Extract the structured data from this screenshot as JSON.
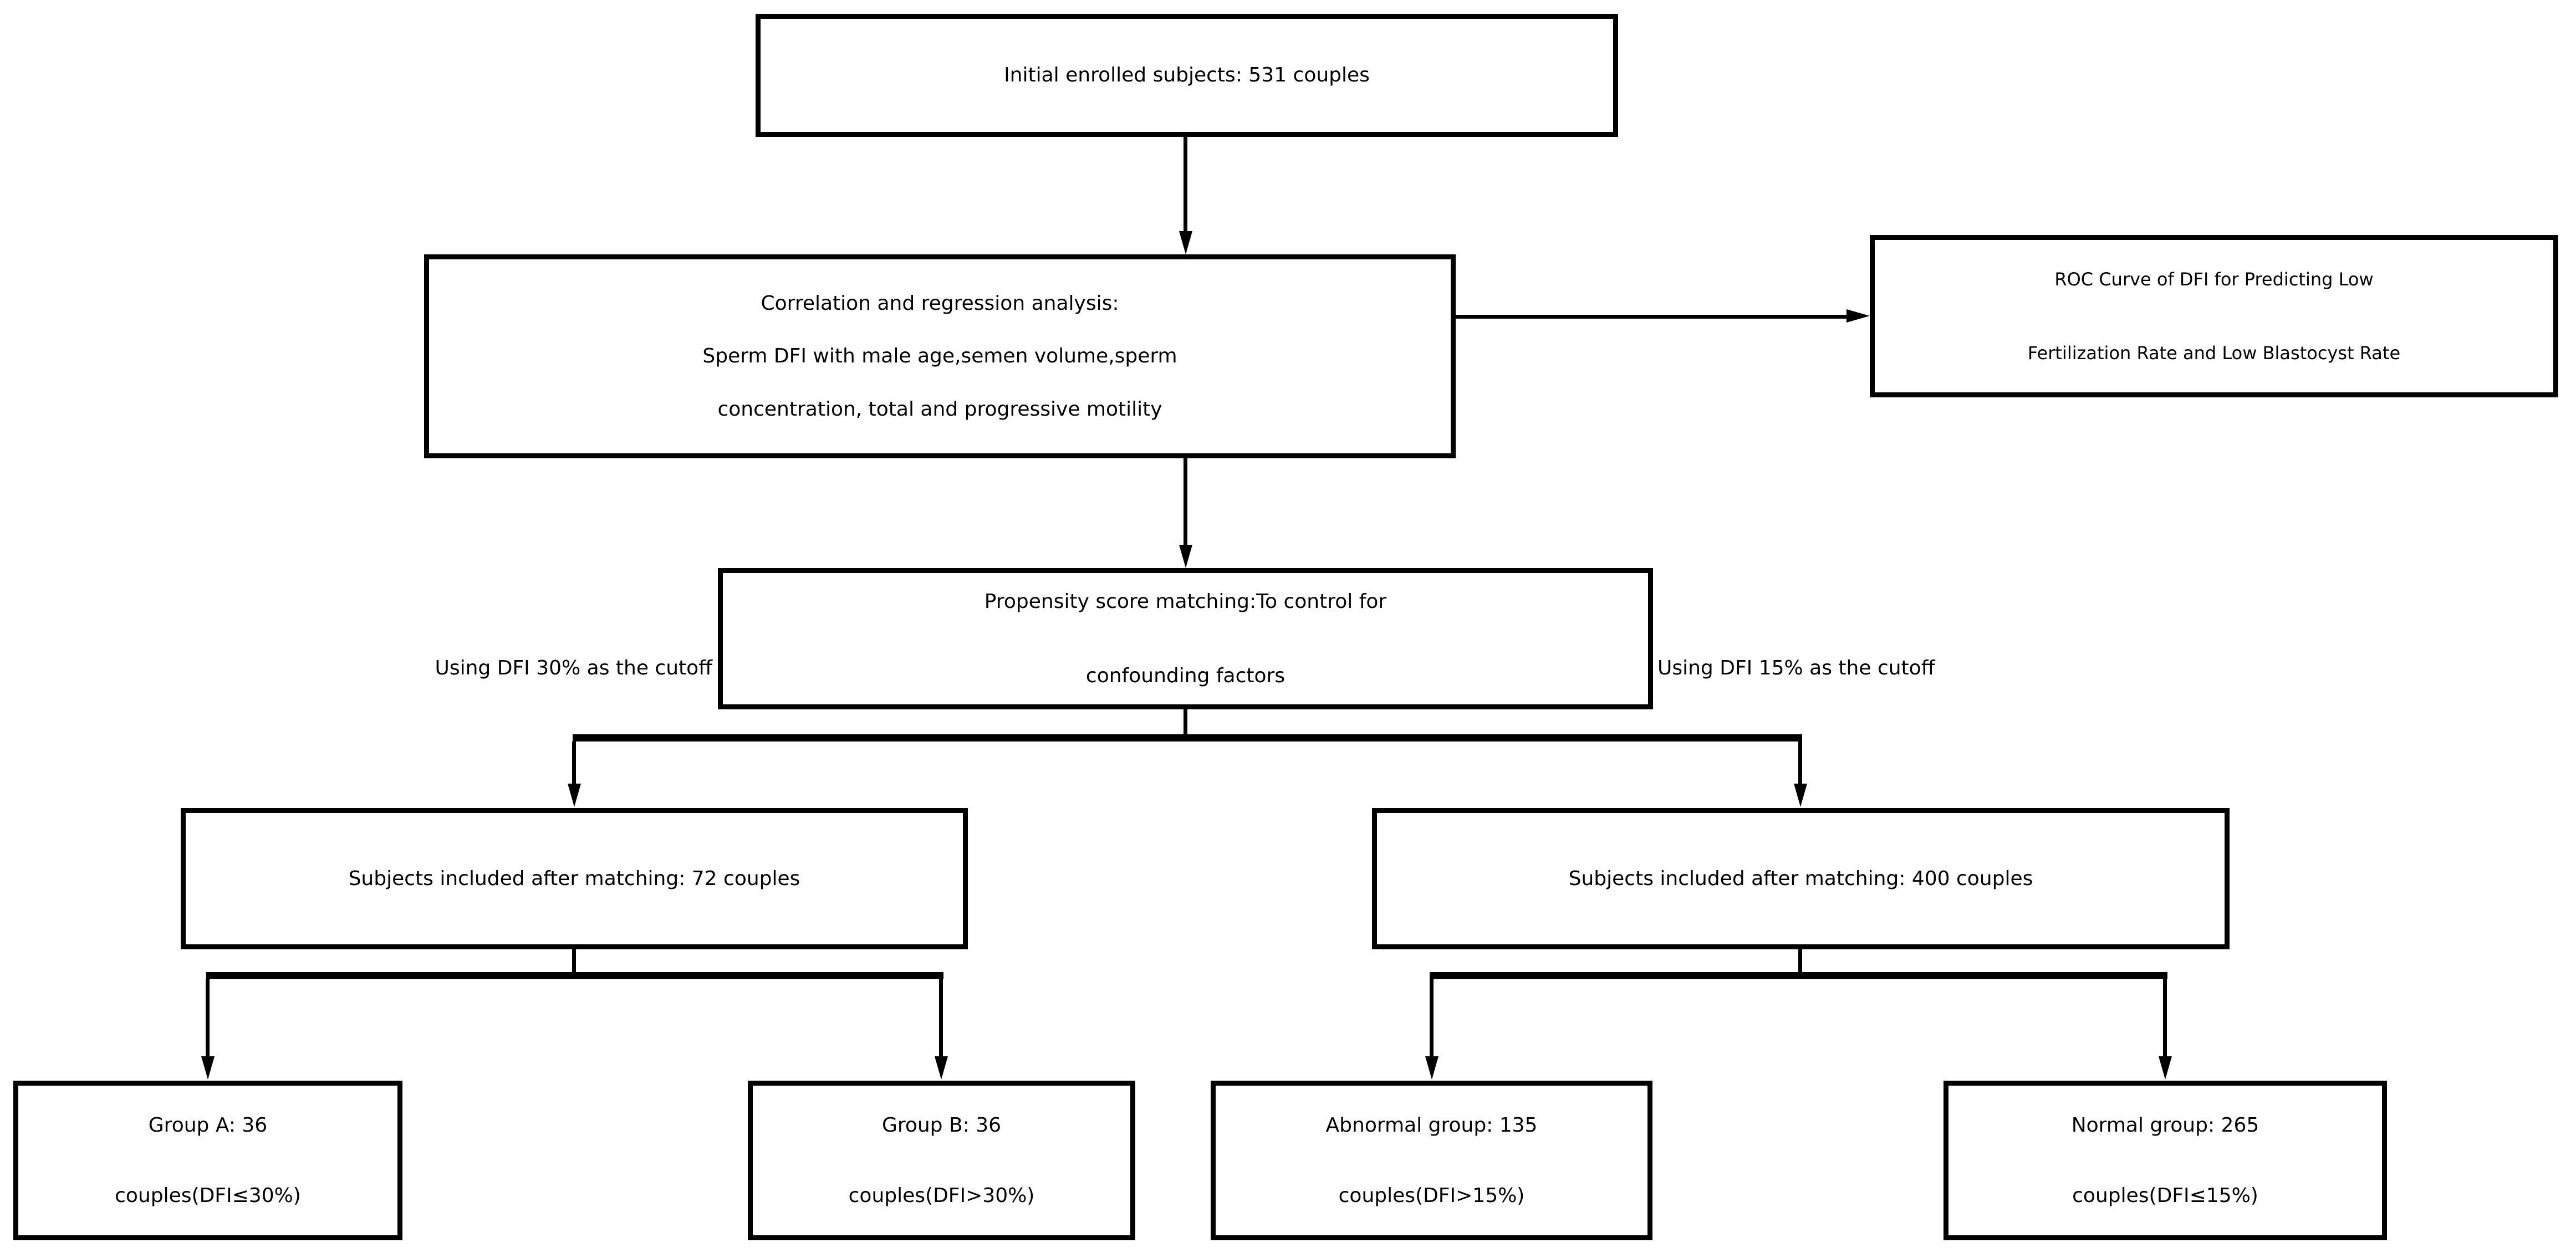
{
  "figure": {
    "background_color": "#ffffff",
    "line_color": "#000000",
    "text_color": "#000000"
  },
  "boxes": {
    "initial": {
      "text": "Initial enrolled subjects: 531 couples"
    },
    "correlation": {
      "lines": [
        "Correlation and regression analysis:",
        "Sperm DFI with male age,semen volume,sperm",
        "concentration, total and progressive motility"
      ]
    },
    "roc": {
      "lines": [
        "ROC Curve of DFI for Predicting Low",
        "Fertilization Rate and Low Blastocyst Rate"
      ]
    },
    "propensity": {
      "lines": [
        "Propensity score matching:To control for",
        "confounding factors"
      ]
    },
    "matched_left": {
      "text": "Subjects included after matching: 72 couples"
    },
    "matched_right": {
      "text": "Subjects included after matching: 400 couples"
    },
    "group_a": {
      "lines": [
        "Group A: 36",
        "couples(DFI≤30%)"
      ]
    },
    "group_b": {
      "lines": [
        "Group B: 36",
        "couples(DFI>30%)"
      ]
    },
    "abnormal": {
      "lines": [
        "Abnormal group: 135",
        "couples(DFI>15%)"
      ]
    },
    "normal": {
      "lines": [
        "Normal group: 265",
        "couples(DFI≤15%)"
      ]
    }
  },
  "labels": {
    "cutoff_left": "Using DFI 30% as the cutoff",
    "cutoff_right": "Using DFI 15% as the cutoff"
  }
}
